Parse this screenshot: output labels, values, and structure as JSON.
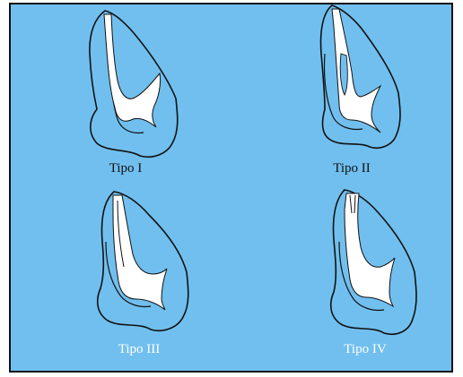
{
  "figure": {
    "background": "#71bfee",
    "outline_color": "#111111",
    "canal_fill": "#ffffff",
    "panels": [
      {
        "label": "Tipo I",
        "label_color": "#111111"
      },
      {
        "label": "Tipo II",
        "label_color": "#111111"
      },
      {
        "label": "Tipo III",
        "label_color": "#ffffff"
      },
      {
        "label": "Tipo IV",
        "label_color": "#ffffff"
      }
    ]
  }
}
